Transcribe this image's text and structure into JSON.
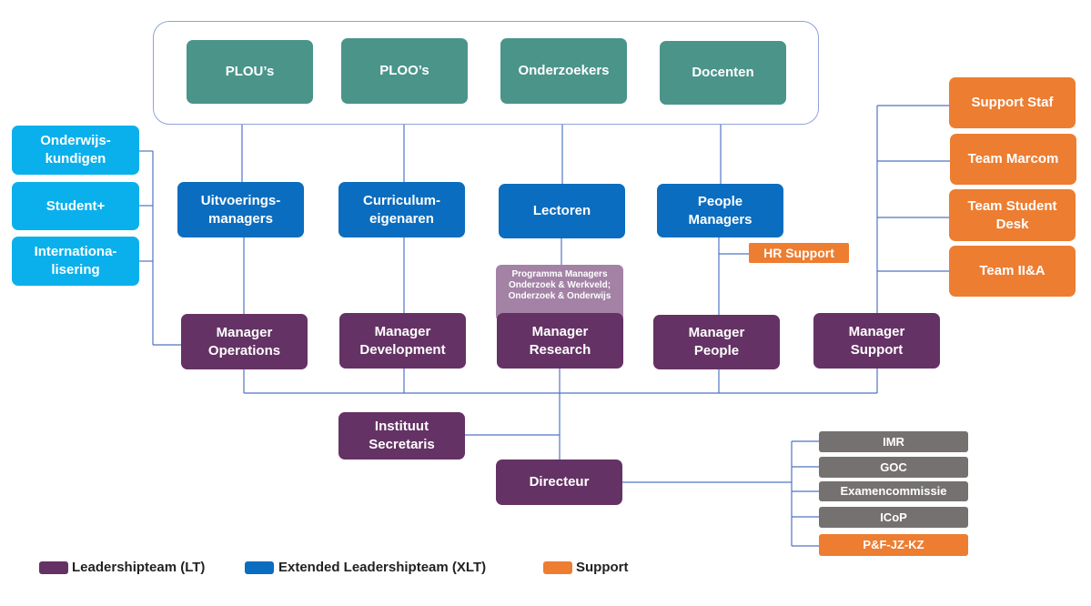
{
  "colors": {
    "leadership": "#643264",
    "extended": "#0b6dbf",
    "support": "#ed7d31",
    "teal": "#4a948a",
    "cyan": "#0ab0ec",
    "grey": "#767171",
    "lilac": "#a382a6",
    "connector": "#4f74c4"
  },
  "top_group": {
    "plous": "PLOU’s",
    "ploos": "PLOO’s",
    "onderzoekers": "Onderzoekers",
    "docenten": "Docenten"
  },
  "left_group": {
    "onderwijskundigen": "Onderwijs-\nkundigen",
    "student_plus": "Student+",
    "internationalisering": "Internationa-\nlisering"
  },
  "xlt": {
    "uitvoeringsmanagers": "Uitvoerings-\nmanagers",
    "curriculumeigenaren": "Curriculum-\neigenaren",
    "lectoren": "Lectoren",
    "people_managers": "People\nManagers"
  },
  "hr_support": "HR Support",
  "programma_managers": "Programma Managers\nOnderzoek & Werkveld;\nOnderzoek & Onderwijs",
  "lt": {
    "operations": "Manager\nOperations",
    "development": "Manager\nDevelopment",
    "research": "Manager\nResearch",
    "people": "Manager\nPeople",
    "support": "Manager\nSupport",
    "secretaris": "Instituut\nSecretaris",
    "directeur": "Directeur"
  },
  "support_group": {
    "support_staf": "Support Staf",
    "team_marcom": "Team Marcom",
    "team_student_desk": "Team Student\nDesk",
    "team_iia": "Team II&A"
  },
  "committees": {
    "imr": "IMR",
    "goc": "GOC",
    "examencommissie": "Examencommissie",
    "icop": "ICoP",
    "pf_jz_kz": "P&F-JZ-KZ"
  },
  "legend": {
    "lt": "Leadershipteam (LT)",
    "xlt": "Extended Leadershipteam (XLT)",
    "support": "Support"
  }
}
